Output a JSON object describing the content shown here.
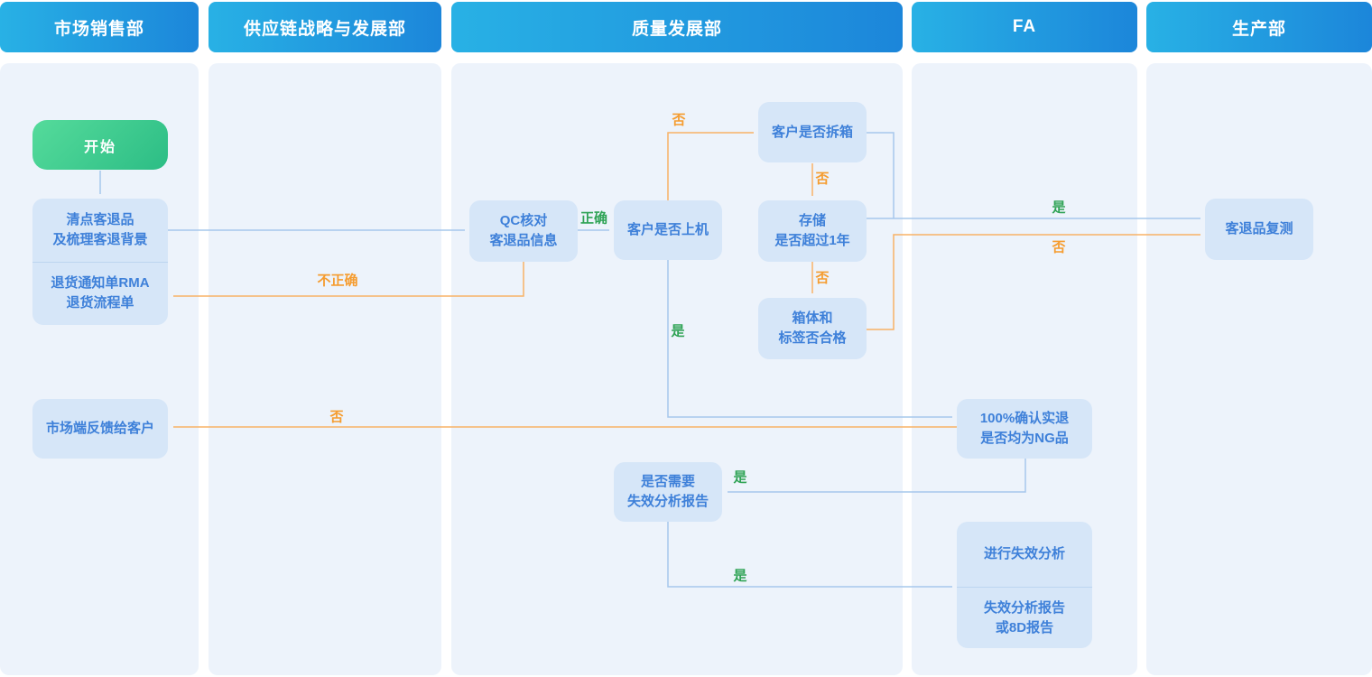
{
  "lanes": [
    {
      "title": "市场销售部"
    },
    {
      "title": "供应链战略与发展部"
    },
    {
      "title": "质量发展部"
    },
    {
      "title": "FA"
    },
    {
      "title": "生产部"
    }
  ],
  "nodes": {
    "start": {
      "label": "开始"
    },
    "count": {
      "lines": [
        "清点客退品",
        "及梳理客退背景"
      ]
    },
    "rma": {
      "lines": [
        "退货通知单RMA",
        "退货流程单"
      ]
    },
    "feedback": {
      "label": "市场端反馈给客户"
    },
    "qc": {
      "lines": [
        "QC核对",
        "客退品信息"
      ]
    },
    "on_machine": {
      "label": "客户是否上机"
    },
    "unbox": {
      "label": "客户是否拆箱"
    },
    "storage": {
      "lines": [
        "存储",
        "是否超过1年"
      ]
    },
    "box_check": {
      "lines": [
        "箱体和",
        "标签否合格"
      ]
    },
    "retest": {
      "label": "客退品复测"
    },
    "ng_confirm": {
      "lines": [
        "100%确认实退",
        "是否均为NG品"
      ]
    },
    "fa_need": {
      "lines": [
        "是否需要",
        "失效分析报告"
      ]
    },
    "fa_do": {
      "label": "进行失效分析"
    },
    "fa_report": {
      "lines": [
        "失效分析报告",
        "或8D报告"
      ]
    }
  },
  "edge_labels": {
    "correct": "正确",
    "incorrect": "不正确",
    "no_to_unbox": "否",
    "no_to_storage": "否",
    "no_to_box_check": "否",
    "yes_to_retest": "是",
    "no_to_retest": "否",
    "yes_to_ng_confirm": "是",
    "no_to_feedback": "否",
    "yes_to_fa_need": "是",
    "yes_to_fa_do": "是"
  },
  "colors": {
    "header-from": "#28b1e5",
    "header-to": "#1c86da",
    "lane-bg": "#edf3fb",
    "node-fill": "#d6e6f8",
    "node-text": "#3e80d9",
    "start-from": "#55db9b",
    "start-to": "#2cbd85",
    "line-blue": "#a6c8ec",
    "line-orange": "#f8b266",
    "label-green": "#2fa355",
    "label-orange": "#f59c2f"
  }
}
